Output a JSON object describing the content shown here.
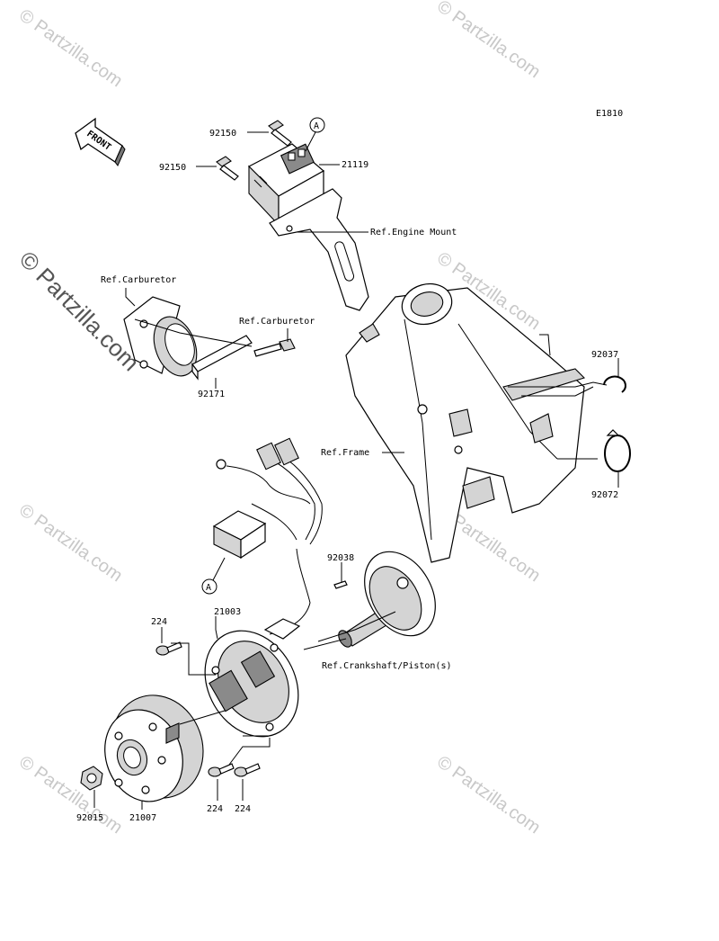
{
  "diagram_code": "E1810",
  "front_label": "FRONT",
  "watermark": "© Partzilla.com",
  "callout_letter": "A",
  "labels": {
    "bolt_top": "92150",
    "bolt_left": "92150",
    "igniter": "21119",
    "ref_engine_mount": "Ref.Engine Mount",
    "ref_carburetor_1": "Ref.Carburetor",
    "ref_carburetor_2": "Ref.Carburetor",
    "band": "92171",
    "clamp_small": "92037",
    "ref_frame": "Ref.Frame",
    "clamp_large": "92072",
    "key": "92038",
    "stator": "21003",
    "screw_left": "224",
    "ref_crankshaft": "Ref.Crankshaft/Piston(s)",
    "screw_bottom_1": "224",
    "screw_bottom_2": "224",
    "nut": "92015",
    "flywheel": "21007"
  }
}
